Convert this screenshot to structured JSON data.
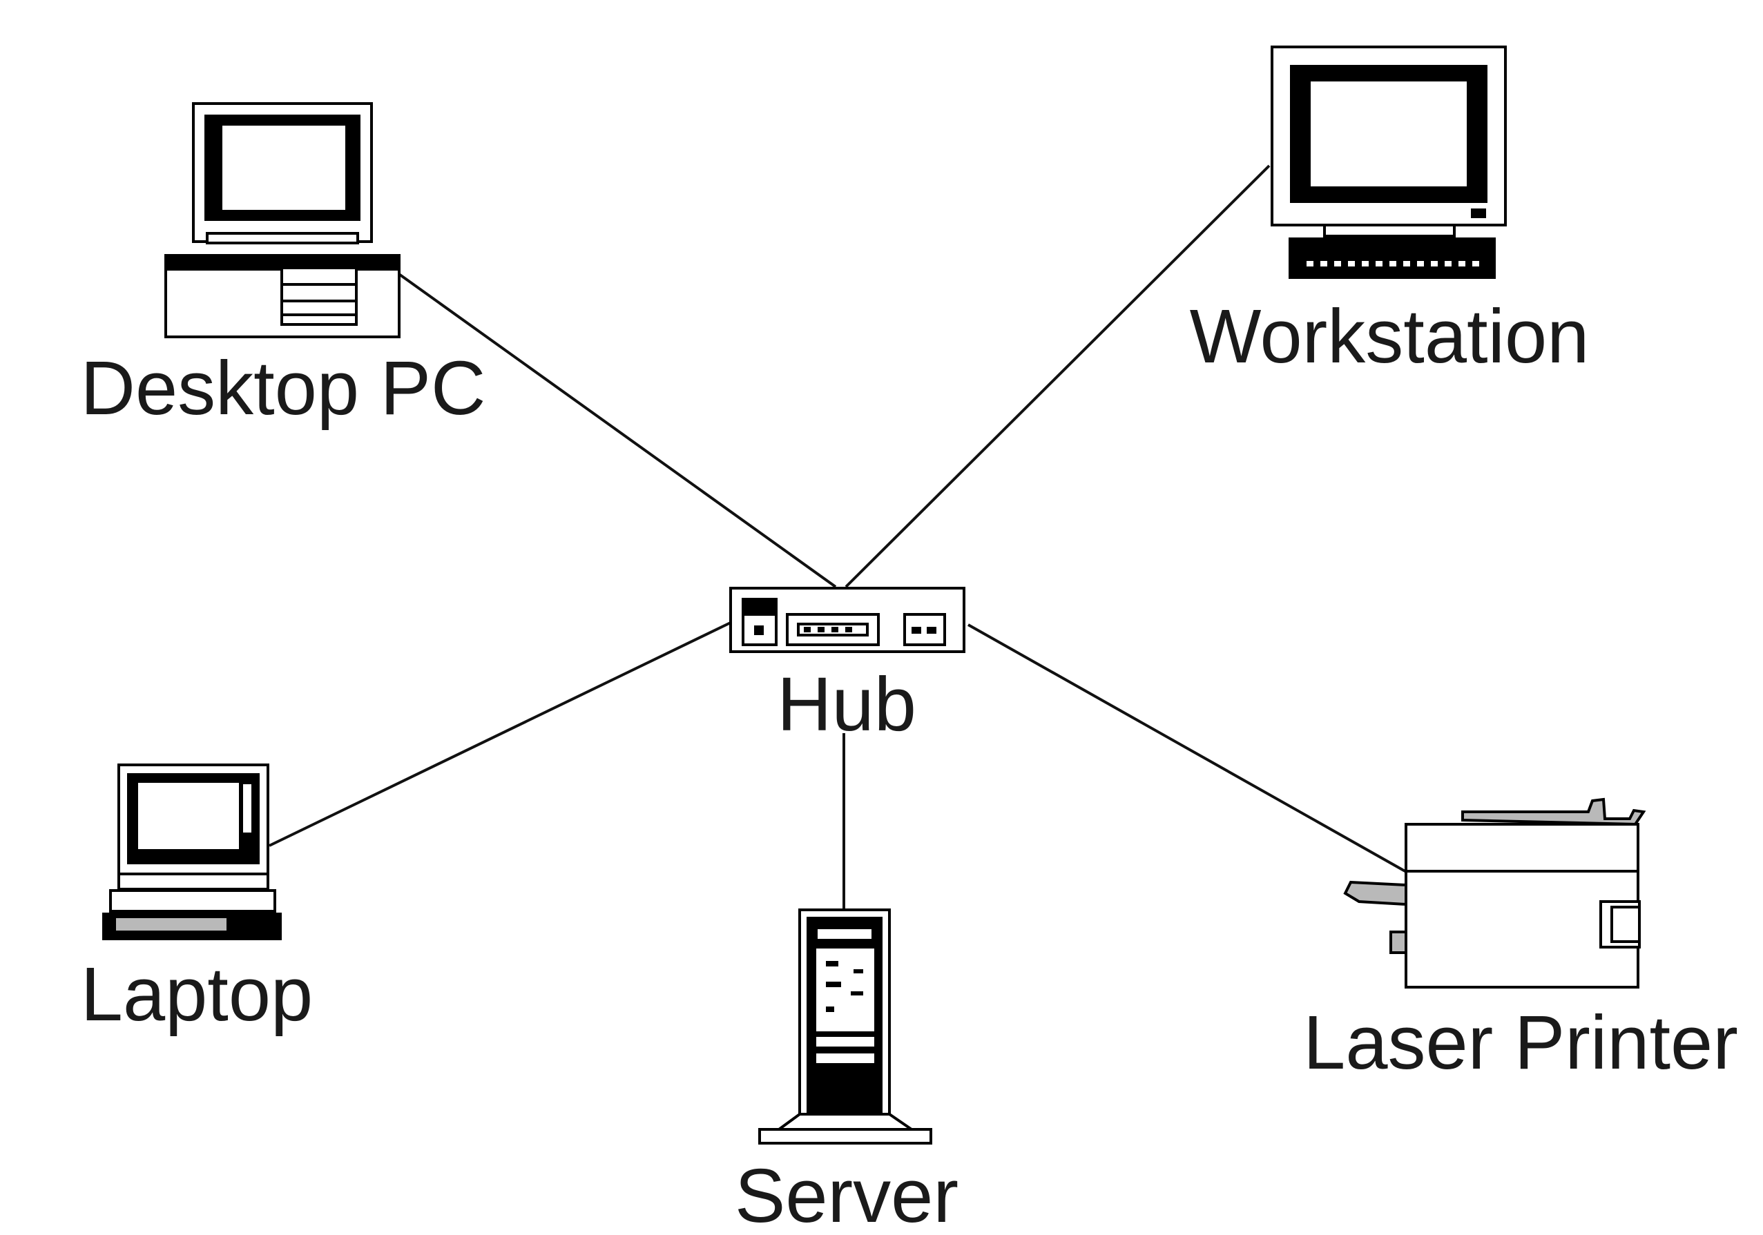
{
  "diagram": {
    "title": "",
    "nodes": [
      {
        "id": "desktop",
        "label": "Desktop PC",
        "icon": "desktop-pc-icon"
      },
      {
        "id": "workstation",
        "label": "Workstation",
        "icon": "workstation-monitor-icon"
      },
      {
        "id": "hub",
        "label": "Hub",
        "icon": "network-hub-icon"
      },
      {
        "id": "laptop",
        "label": "Laptop",
        "icon": "laptop-icon"
      },
      {
        "id": "server",
        "label": "Server",
        "icon": "tower-server-icon"
      },
      {
        "id": "printer",
        "label": "Laser Printer",
        "icon": "laser-printer-icon"
      }
    ],
    "edges": [
      {
        "from": "desktop",
        "to": "hub"
      },
      {
        "from": "workstation",
        "to": "hub"
      },
      {
        "from": "laptop",
        "to": "hub"
      },
      {
        "from": "server",
        "to": "hub"
      },
      {
        "from": "printer",
        "to": "hub"
      }
    ],
    "colors": {
      "line": "#111111",
      "fill": "#ffffff",
      "dark": "#000000",
      "gray": "#b9b9b9"
    }
  }
}
